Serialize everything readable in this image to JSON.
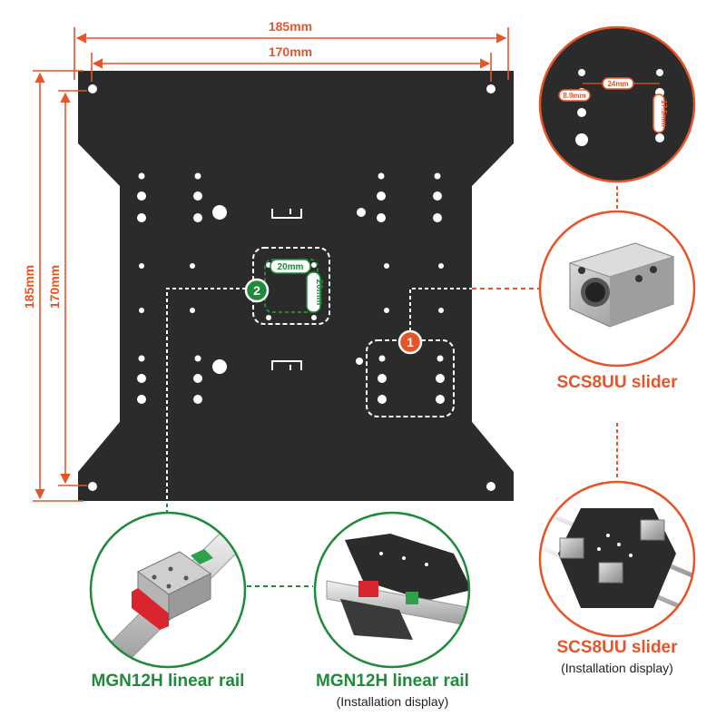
{
  "dimensions": {
    "outer_width": "185mm",
    "inner_width": "170mm",
    "outer_height": "185mm",
    "inner_height": "170mm"
  },
  "callouts": {
    "green_width": "20mm",
    "green_height": "20mm",
    "marker_1": "1",
    "marker_2": "2"
  },
  "detail": {
    "spacing_x": "24mm",
    "spacing_small": "8.9mm",
    "spacing_y": "17.5mm"
  },
  "captions": {
    "scs_slider": "SCS8UU slider",
    "scs_install": "SCS8UU slider",
    "scs_install_sub": "(Installation display)",
    "mgn_rail": "MGN12H linear rail",
    "mgn_install": "MGN12H linear rail",
    "mgn_install_sub": "(Installation display)"
  },
  "colors": {
    "accent_orange": "#e8542a",
    "accent_green": "#1f8a3a",
    "plate": "#2b2b2b"
  }
}
